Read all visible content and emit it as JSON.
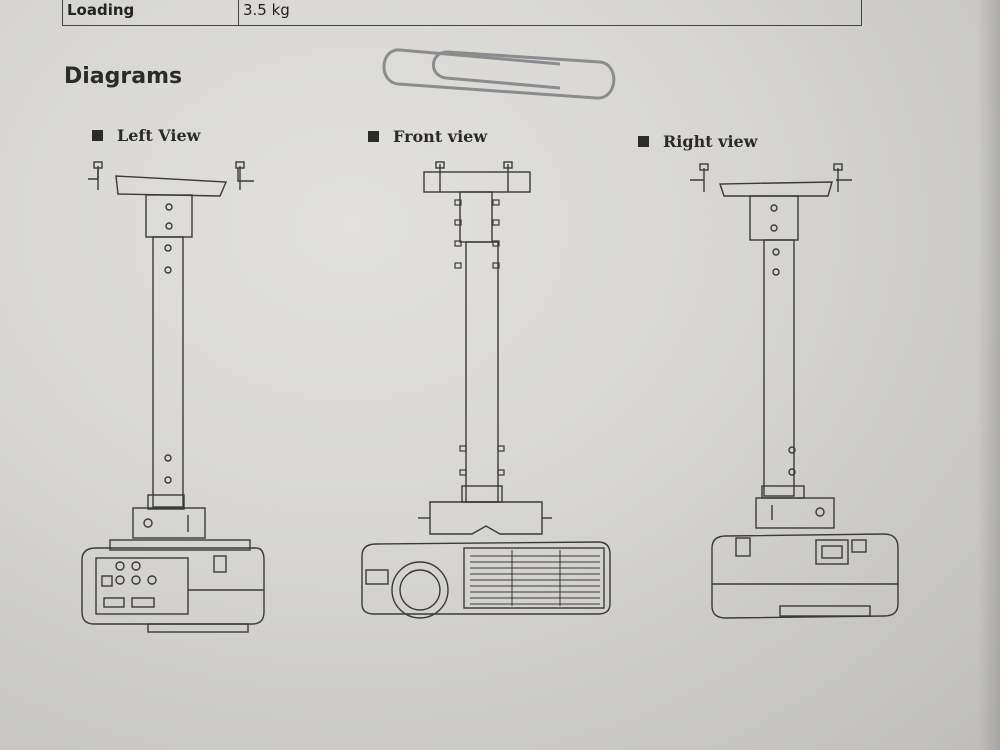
{
  "spec_table": {
    "label": "Loading",
    "value": "3.5 kg"
  },
  "section": {
    "heading": "Diagrams"
  },
  "views": [
    {
      "label": "Left View",
      "icon": "bullet-square-icon"
    },
    {
      "label": "Front view",
      "icon": "bullet-square-icon"
    },
    {
      "label": "Right view",
      "icon": "bullet-square-icon"
    }
  ],
  "colors": {
    "paper": "#dcdbd7",
    "ink": "#2a2a2a"
  }
}
